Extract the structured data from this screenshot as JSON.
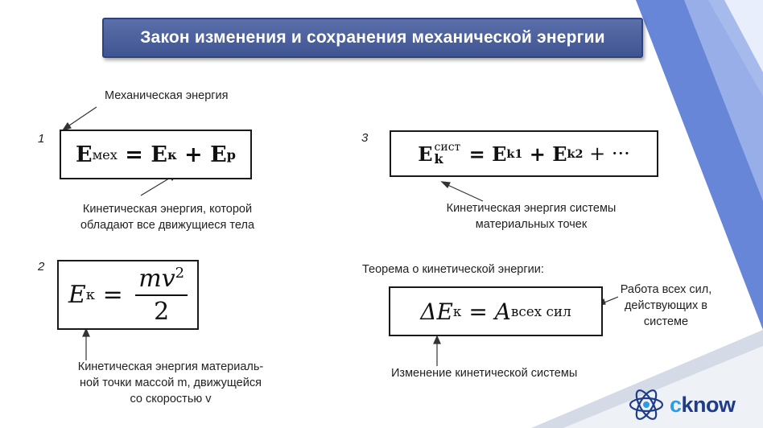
{
  "title": "Закон изменения и сохранения механической энергии",
  "numbers": [
    "1",
    "2",
    "3"
  ],
  "labels": {
    "mech_energy": "Механическая энергия",
    "kinetic_bodies_1": "Кинетическая энергия, которой",
    "kinetic_bodies_2": "обладают все движущиеся тела",
    "kinetic_point_1": "Кинетическая энергия материаль-",
    "kinetic_point_2": "ной точки массой m, движущейся",
    "kinetic_point_3": "со скоростью v",
    "kinetic_system_1": "Кинетическая энергия системы",
    "kinetic_system_2": "материальных точек",
    "theorem": "Теорема о кинетической энергии:",
    "work_1": "Работа всех сил,",
    "work_2": "действующих в",
    "work_3": "системе",
    "change": "Изменение кинетической системы"
  },
  "formulas": {
    "f1": {
      "E": "E",
      "sub_mech": "мех",
      "eq": " = ",
      "sub_k": "к",
      "plus": " + ",
      "sub_p": "p"
    },
    "f2": {
      "E": "E",
      "sub_k": "к",
      "eq": " = ",
      "num": "mv",
      "pow": "2",
      "den": "2"
    },
    "f3": {
      "E": "E",
      "sup_sist": "сист",
      "sub_k": "k",
      "rhs": " = E",
      "sub_k1": "k1",
      "plus": " + E",
      "sub_k2": "k2",
      "tail": " + ···"
    },
    "f4": {
      "delta": "ΔE",
      "sub_k": "к",
      "eq": " = A",
      "sub_all": "всех сил"
    }
  },
  "logo": {
    "text_c": "c",
    "text_rest": "know",
    "icon": "atom-icon"
  },
  "colors": {
    "title_bg": "#4a5f9e",
    "accent": "#5b7bd0",
    "logo": "#1f3c88"
  }
}
